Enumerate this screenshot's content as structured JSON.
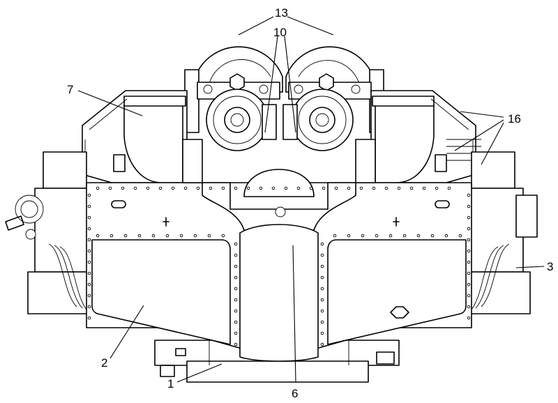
{
  "callouts": {
    "c13": "13",
    "c10": "10",
    "c7": "7",
    "c16": "16",
    "c3": "3",
    "c2": "2",
    "c1": "1",
    "c6": "6"
  },
  "colors": {
    "line": "#000000",
    "background": "#ffffff"
  }
}
